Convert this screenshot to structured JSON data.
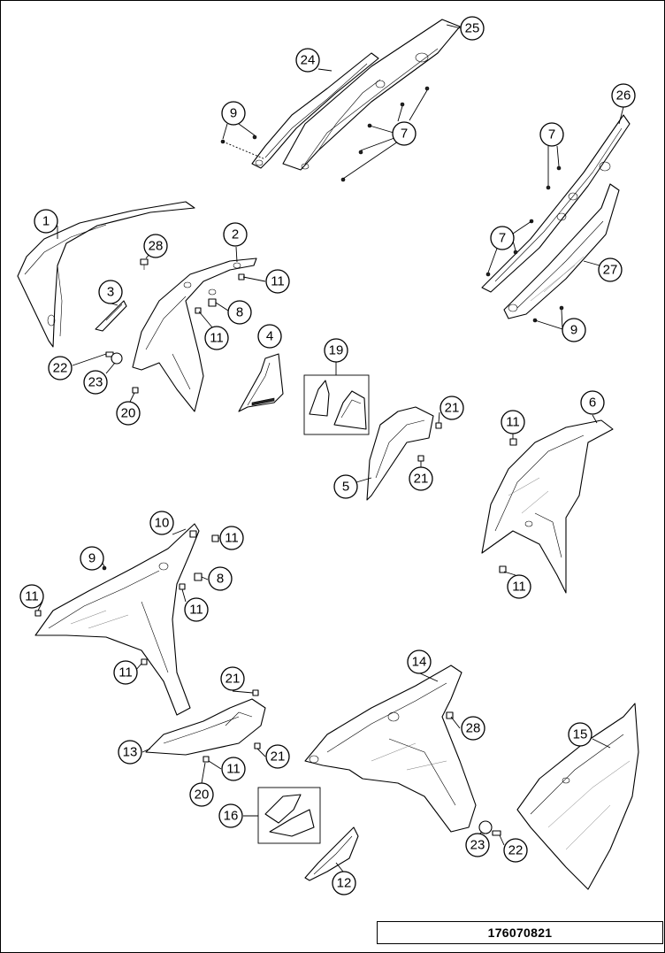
{
  "diagram": {
    "reference_number": "176070821",
    "callouts": [
      {
        "id": "callout-25",
        "label": "25"
      },
      {
        "id": "callout-24",
        "label": "24"
      },
      {
        "id": "callout-9-top",
        "label": "9"
      },
      {
        "id": "callout-7-top",
        "label": "7"
      },
      {
        "id": "callout-26",
        "label": "26"
      },
      {
        "id": "callout-7-right-upper",
        "label": "7"
      },
      {
        "id": "callout-7-right-lower",
        "label": "7"
      },
      {
        "id": "callout-27",
        "label": "27"
      },
      {
        "id": "callout-9-right",
        "label": "9"
      },
      {
        "id": "callout-1",
        "label": "1"
      },
      {
        "id": "callout-2",
        "label": "2"
      },
      {
        "id": "callout-28-top",
        "label": "28"
      },
      {
        "id": "callout-3",
        "label": "3"
      },
      {
        "id": "callout-11-a",
        "label": "11"
      },
      {
        "id": "callout-8-top",
        "label": "8"
      },
      {
        "id": "callout-11-b",
        "label": "11"
      },
      {
        "id": "callout-4",
        "label": "4"
      },
      {
        "id": "callout-22-top",
        "label": "22"
      },
      {
        "id": "callout-23-top",
        "label": "23"
      },
      {
        "id": "callout-20-top",
        "label": "20"
      },
      {
        "id": "callout-19",
        "label": "19"
      },
      {
        "id": "callout-21-a",
        "label": "21"
      },
      {
        "id": "callout-21-b",
        "label": "21"
      },
      {
        "id": "callout-5",
        "label": "5"
      },
      {
        "id": "callout-6",
        "label": "6"
      },
      {
        "id": "callout-11-c",
        "label": "11"
      },
      {
        "id": "callout-11-d",
        "label": "11"
      },
      {
        "id": "callout-10",
        "label": "10"
      },
      {
        "id": "callout-11-e",
        "label": "11"
      },
      {
        "id": "callout-9-left",
        "label": "9"
      },
      {
        "id": "callout-8-left",
        "label": "8"
      },
      {
        "id": "callout-11-f",
        "label": "11"
      },
      {
        "id": "callout-11-g",
        "label": "11"
      },
      {
        "id": "callout-11-h",
        "label": "11"
      },
      {
        "id": "callout-21-c",
        "label": "21"
      },
      {
        "id": "callout-13",
        "label": "13"
      },
      {
        "id": "callout-21-d",
        "label": "21"
      },
      {
        "id": "callout-11-i",
        "label": "11"
      },
      {
        "id": "callout-20-bottom",
        "label": "20"
      },
      {
        "id": "callout-14",
        "label": "14"
      },
      {
        "id": "callout-28-bottom",
        "label": "28"
      },
      {
        "id": "callout-15",
        "label": "15"
      },
      {
        "id": "callout-16",
        "label": "16"
      },
      {
        "id": "callout-23-bottom",
        "label": "23"
      },
      {
        "id": "callout-22-bottom",
        "label": "22"
      },
      {
        "id": "callout-12",
        "label": "12"
      }
    ]
  }
}
